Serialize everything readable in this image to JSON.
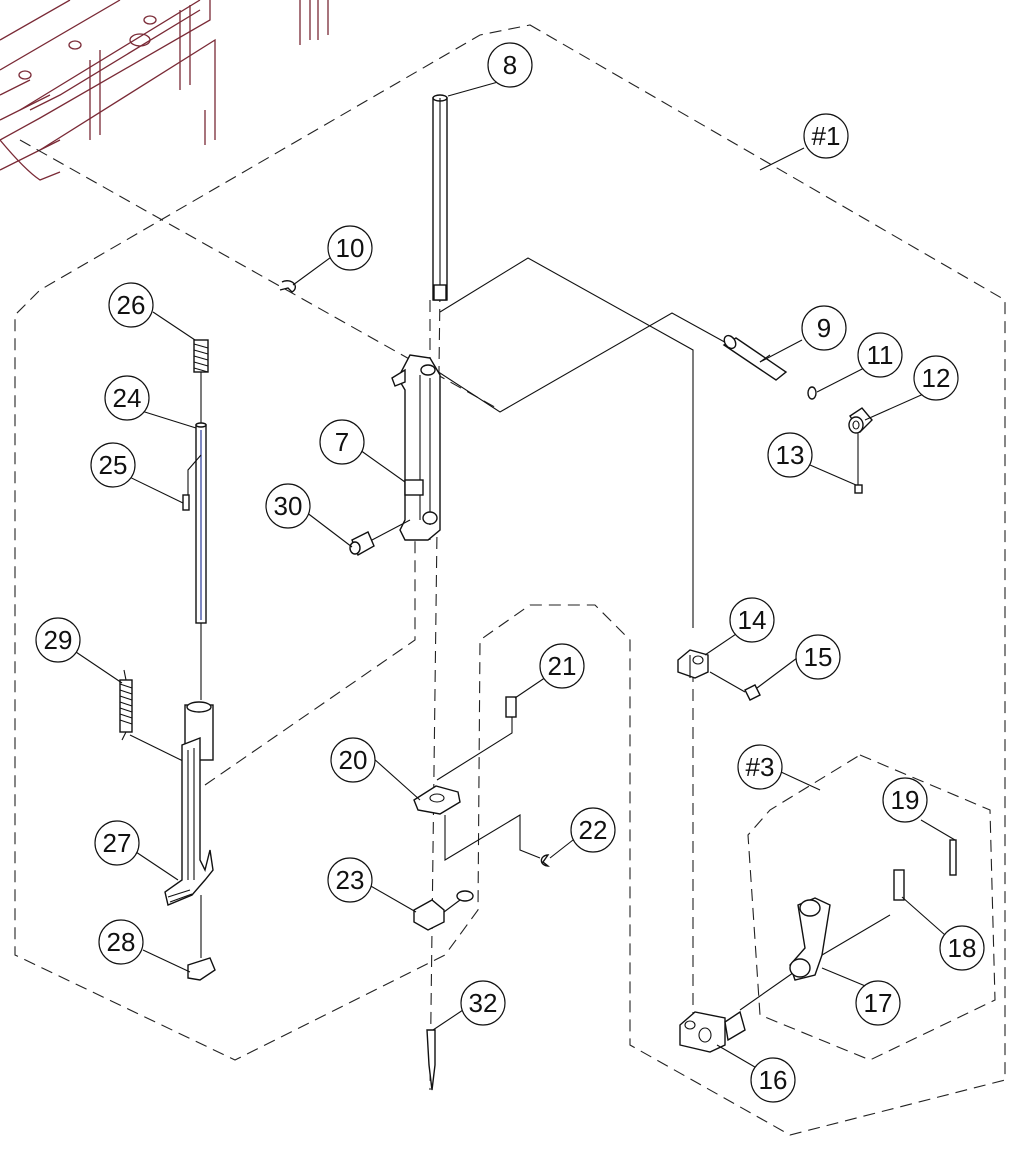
{
  "colors": {
    "line": "#111111",
    "background_frame": "#7a2a36",
    "highlight_rod": "#2a3a9a"
  },
  "callouts": [
    {
      "id": "c8",
      "label": "8"
    },
    {
      "id": "c1",
      "label": "#1"
    },
    {
      "id": "c10",
      "label": "10"
    },
    {
      "id": "c26",
      "label": "26"
    },
    {
      "id": "c9",
      "label": "9"
    },
    {
      "id": "c11",
      "label": "11"
    },
    {
      "id": "c12",
      "label": "12"
    },
    {
      "id": "c24",
      "label": "24"
    },
    {
      "id": "c7",
      "label": "7"
    },
    {
      "id": "c13",
      "label": "13"
    },
    {
      "id": "c25",
      "label": "25"
    },
    {
      "id": "c30",
      "label": "30"
    },
    {
      "id": "c29",
      "label": "29"
    },
    {
      "id": "c14",
      "label": "14"
    },
    {
      "id": "c21",
      "label": "21"
    },
    {
      "id": "c15",
      "label": "15"
    },
    {
      "id": "c20",
      "label": "20"
    },
    {
      "id": "c3",
      "label": "#3"
    },
    {
      "id": "c19",
      "label": "19"
    },
    {
      "id": "c27",
      "label": "27"
    },
    {
      "id": "c22",
      "label": "22"
    },
    {
      "id": "c23",
      "label": "23"
    },
    {
      "id": "c18",
      "label": "18"
    },
    {
      "id": "c28",
      "label": "28"
    },
    {
      "id": "c17",
      "label": "17"
    },
    {
      "id": "c32",
      "label": "32"
    },
    {
      "id": "c16",
      "label": "16"
    }
  ]
}
